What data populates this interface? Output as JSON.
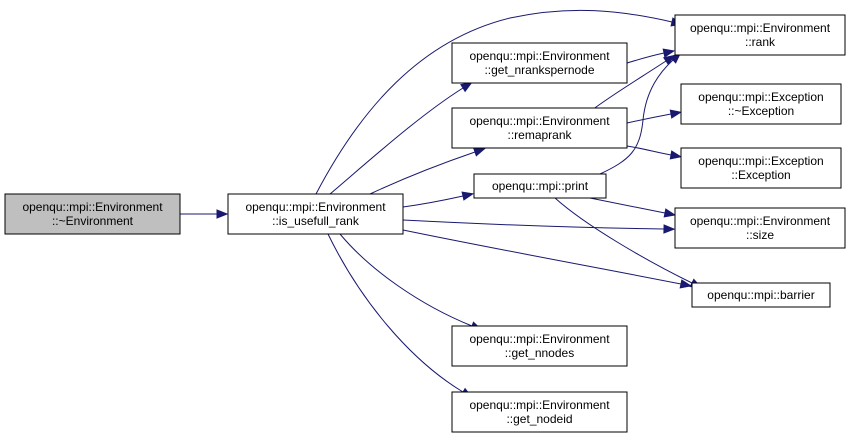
{
  "graph": {
    "nodes": {
      "env_dtor": {
        "lines": [
          "openqu::mpi::Environment",
          "::~Environment"
        ],
        "highlighted": true
      },
      "is_usefull_rank": {
        "lines": [
          "openqu::mpi::Environment",
          "::is_usefull_rank"
        ]
      },
      "rank": {
        "lines": [
          "openqu::mpi::Environment",
          "::rank"
        ]
      },
      "get_nrankspernode": {
        "lines": [
          "openqu::mpi::Environment",
          "::get_nrankspernode"
        ]
      },
      "remaprank": {
        "lines": [
          "openqu::mpi::Environment",
          "::remaprank"
        ]
      },
      "exc_dtor": {
        "lines": [
          "openqu::mpi::Exception",
          "::~Exception"
        ]
      },
      "exc_ctor": {
        "lines": [
          "openqu::mpi::Exception",
          "::Exception"
        ]
      },
      "print": {
        "lines": [
          "openqu::mpi::print"
        ]
      },
      "size": {
        "lines": [
          "openqu::mpi::Environment",
          "::size"
        ]
      },
      "barrier": {
        "lines": [
          "openqu::mpi::barrier"
        ]
      },
      "get_nnodes": {
        "lines": [
          "openqu::mpi::Environment",
          "::get_nnodes"
        ]
      },
      "get_nodeid": {
        "lines": [
          "openqu::mpi::Environment",
          "::get_nodeid"
        ]
      }
    },
    "edges": [
      {
        "from": "env_dtor",
        "to": "is_usefull_rank"
      },
      {
        "from": "is_usefull_rank",
        "to": "rank"
      },
      {
        "from": "is_usefull_rank",
        "to": "get_nrankspernode"
      },
      {
        "from": "is_usefull_rank",
        "to": "remaprank"
      },
      {
        "from": "is_usefull_rank",
        "to": "print"
      },
      {
        "from": "is_usefull_rank",
        "to": "size"
      },
      {
        "from": "is_usefull_rank",
        "to": "barrier"
      },
      {
        "from": "is_usefull_rank",
        "to": "get_nnodes"
      },
      {
        "from": "is_usefull_rank",
        "to": "get_nodeid"
      },
      {
        "from": "get_nrankspernode",
        "to": "rank"
      },
      {
        "from": "remaprank",
        "to": "rank"
      },
      {
        "from": "remaprank",
        "to": "exc_dtor"
      },
      {
        "from": "remaprank",
        "to": "exc_ctor"
      },
      {
        "from": "print",
        "to": "rank"
      },
      {
        "from": "print",
        "to": "size"
      },
      {
        "from": "print",
        "to": "barrier"
      }
    ],
    "colors": {
      "edge": "#191970",
      "highlighted_fill": "#bfbfbf",
      "node_fill": "#ffffff",
      "border": "#000000"
    }
  }
}
